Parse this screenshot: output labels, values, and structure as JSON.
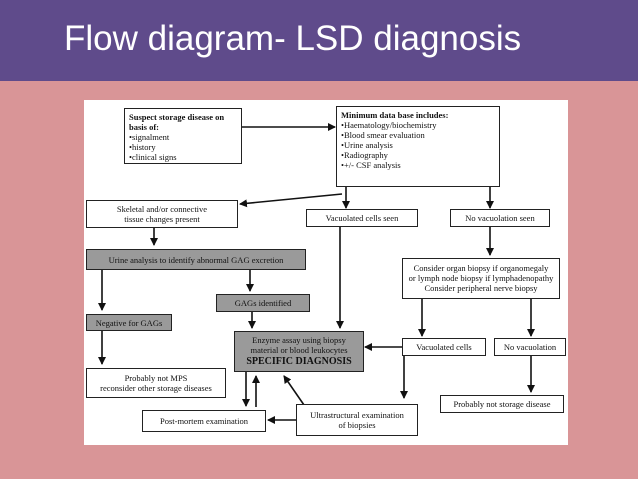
{
  "slide": {
    "title": "Flow diagram- LSD diagnosis"
  },
  "diagram": {
    "suspect": {
      "heading": "Suspect storage disease on basis of:",
      "items": [
        "•signalment",
        "•history",
        "•clinical signs"
      ]
    },
    "mdb": {
      "heading": "Minimum data base includes:",
      "items": [
        "•Haematology/biochemistry",
        "•Blood smear evaluation",
        "•Urine analysis",
        "•Radiography",
        "•+/- CSF analysis"
      ]
    },
    "skeletal": {
      "line1": "Skeletal and/or connective",
      "line2": "tissue changes present"
    },
    "vacuolated_seen": "Vacuolated cells seen",
    "no_vacuolation_seen": "No vacuolation seen",
    "urine_gag": "Urine analysis to identify abnormal GAG excretion",
    "consider": {
      "line1": "Consider organ biopsy if organomegaly",
      "line2": "or lymph node biopsy if lymphadenopathy",
      "line3": "Consider peripheral nerve biopsy"
    },
    "gags_identified": "GAGs identified",
    "negative_gags": "Negative for GAGs",
    "enzyme": {
      "line1": "Enzyme assay using biopsy",
      "line2": "material or blood leukocytes",
      "line3": "SPECIFIC DIAGNOSIS"
    },
    "vacuolated_cells": "Vacuolated cells",
    "no_vacuolation": "No vacuolation",
    "not_mps": {
      "line1": "Probably not MPS",
      "line2": "reconsider other storage diseases"
    },
    "not_storage": "Probably not storage disease",
    "post_mortem": "Post-mortem examination",
    "ultrastructural": {
      "line1": "Ultrastructural examination",
      "line2": "of biopsies"
    }
  }
}
